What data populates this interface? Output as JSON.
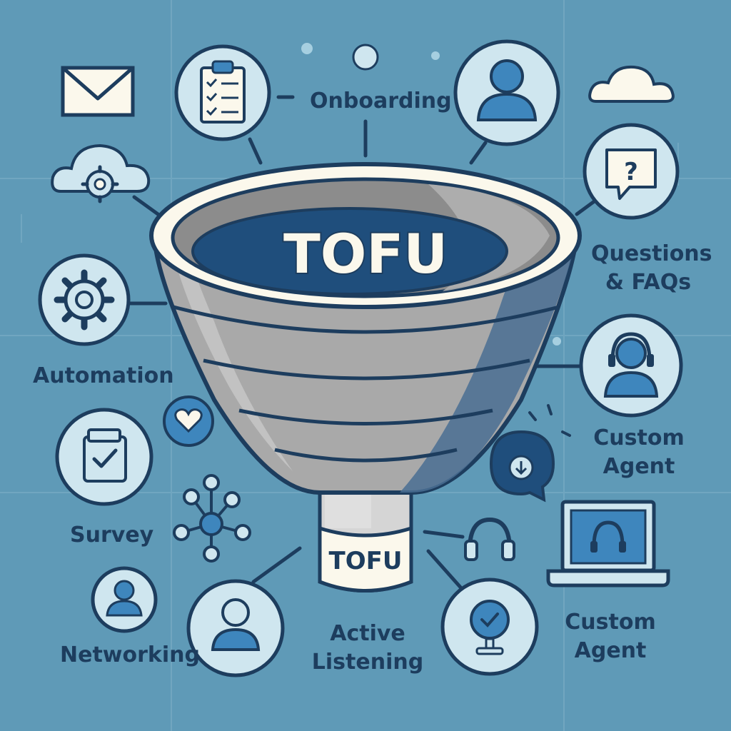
{
  "funnel": {
    "title": "TOFU",
    "spout_label": "TOFU"
  },
  "labels": {
    "onboarding": "Onboarding",
    "questions_line1": "Questions",
    "questions_line2": "& FAQs",
    "automation": "Automation",
    "custom_agent_1_line1": "Custom",
    "custom_agent_1_line2": "Agent",
    "survey": "Survey",
    "networking": "Networking",
    "active_listening_line1": "Active",
    "active_listening_line2": "Listening",
    "custom_agent_2_line1": "Custom",
    "custom_agent_2_line2": "Agent"
  },
  "icons": [
    "envelope-icon",
    "clipboard-checklist-icon",
    "user-icon",
    "cloud-icon",
    "cloud-gear-icon",
    "question-chat-icon",
    "gear-icon",
    "headset-agent-icon",
    "download-chat-icon",
    "heart-badge-icon",
    "form-checkbox-icon",
    "network-nodes-icon",
    "laptop-headset-icon",
    "headphones-icon",
    "user-icon",
    "checkmark-badge-icon"
  ],
  "colors": {
    "background": "#5f9ab7",
    "circle_fill": "#cfe6ef",
    "outline": "#1d3d5e",
    "accent_blue": "#3e86bd",
    "funnel_gray": "#a9a9a9",
    "funnel_dark": "#1f4e7c",
    "cream": "#fbf8ec"
  }
}
